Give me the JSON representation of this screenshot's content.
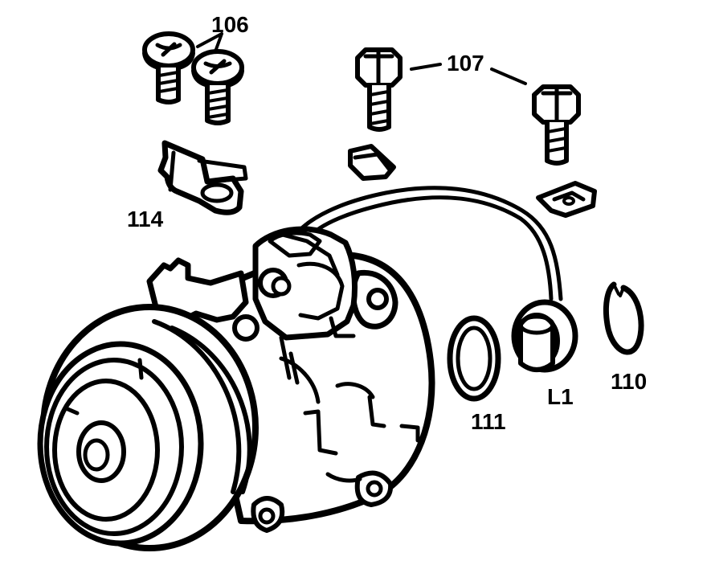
{
  "diagram": {
    "callouts": [
      {
        "id": "c106",
        "text": "106"
      },
      {
        "id": "c107",
        "text": "107"
      },
      {
        "id": "c114",
        "text": "114"
      },
      {
        "id": "c111",
        "text": "111"
      },
      {
        "id": "cL1",
        "text": "L1"
      },
      {
        "id": "c110",
        "text": "110"
      }
    ]
  }
}
